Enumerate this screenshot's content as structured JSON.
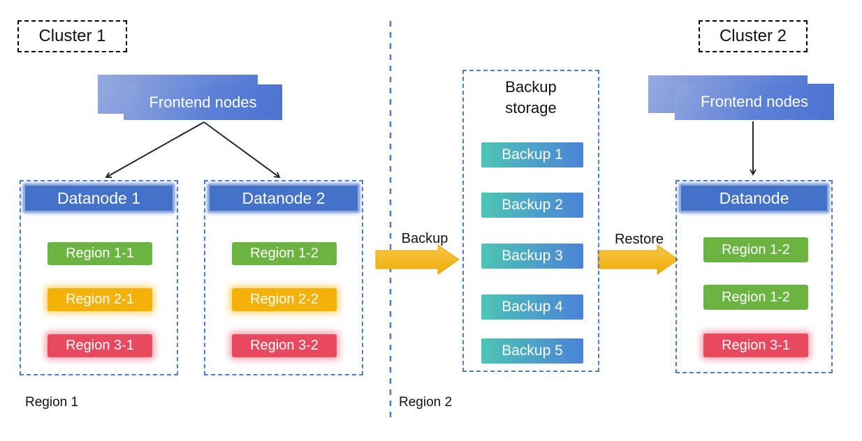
{
  "cluster1": {
    "label": "Cluster 1",
    "frontend_label": "Frontend nodes",
    "region_label": "Region 1",
    "datanode1": {
      "title": "Datanode 1",
      "regions": [
        {
          "label": "Region 1-1",
          "color": "#6CB442"
        },
        {
          "label": "Region 2-1",
          "color": "#F3B10A"
        },
        {
          "label": "Region 3-1",
          "color": "#E9495E"
        }
      ]
    },
    "datanode2": {
      "title": "Datanode 2",
      "regions": [
        {
          "label": "Region 1-2",
          "color": "#6CB442"
        },
        {
          "label": "Region 2-2",
          "color": "#F3B10A"
        },
        {
          "label": "Region 3-2",
          "color": "#E9495E"
        }
      ]
    }
  },
  "backup_storage": {
    "title": "Backup storage",
    "items": [
      "Backup 1",
      "Backup 2",
      "Backup 3",
      "Backup 4",
      "Backup 5"
    ]
  },
  "cluster2": {
    "label": "Cluster 2",
    "frontend_label": "Frontend nodes",
    "region_label": "Region 2",
    "datanode": {
      "title": "Datanode",
      "regions": [
        {
          "label": "Region 1-2",
          "color": "#6CB442"
        },
        {
          "label": "Region 1-2",
          "color": "#6CB442"
        },
        {
          "label": "Region 3-1",
          "color": "#E9495E"
        }
      ]
    }
  },
  "arrows": {
    "backup_label": "Backup",
    "restore_label": "Restore"
  },
  "colors": {
    "datanode_header_blue": "#4372C8",
    "dashed_border_blue": "#4B7CC4",
    "frontend_gradient_light": "#96AADF",
    "frontend_gradient_dark": "#4A72D1",
    "region_green": "#6CB442",
    "region_yellow": "#F3B10A",
    "region_red": "#E9495E",
    "backup_gradient_teal": "#4DC5B4",
    "backup_gradient_blue": "#4B82D9",
    "flow_arrow_gold": "#F2B722"
  }
}
